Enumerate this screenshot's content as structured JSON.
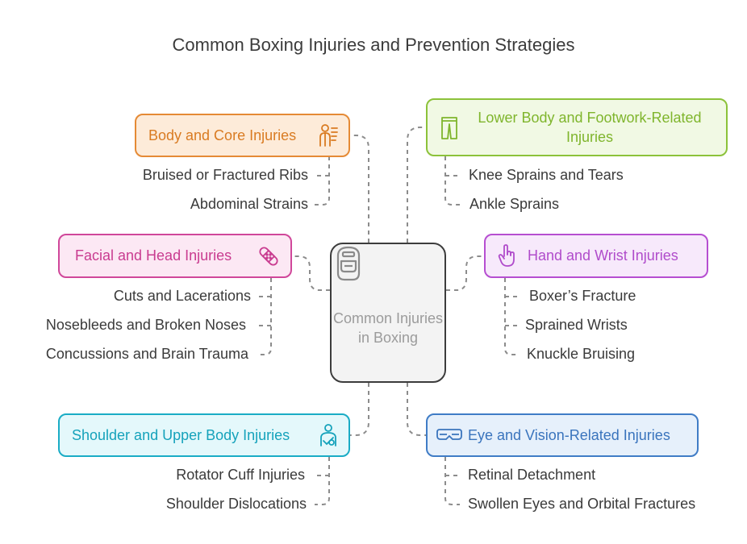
{
  "title": "Common Boxing Injuries and Prevention Strategies",
  "center": {
    "label": "Common Injuries in Boxing",
    "icon": "boxing-helmet-icon"
  },
  "categories": {
    "body_core": {
      "label": "Body and Core Injuries",
      "icon": "body-anatomy-icon",
      "color": "#e58a35",
      "fill": "#fdebd9",
      "items": [
        "Bruised or Fractured Ribs",
        "Abdominal Strains"
      ]
    },
    "facial_head": {
      "label": "Facial and Head Injuries",
      "icon": "bandage-icon",
      "color": "#d0479a",
      "fill": "#fce8f4",
      "items": [
        "Cuts and Lacerations",
        "Nosebleeds and Broken Noses",
        "Concussions and Brain Trauma"
      ]
    },
    "shoulder_upper": {
      "label": "Shoulder and Upper Body Injuries",
      "icon": "injured-person-icon",
      "color": "#1aacc5",
      "fill": "#e4f8fb",
      "items": [
        "Rotator Cuff Injuries",
        "Shoulder Dislocations"
      ]
    },
    "lower_body": {
      "label": "Lower Body and Footwork-Related Injuries",
      "icon": "pants-icon",
      "color": "#8cc23a",
      "fill": "#f1f9e4",
      "items": [
        "Knee Sprains and Tears",
        "Ankle Sprains"
      ]
    },
    "hand_wrist": {
      "label": "Hand and Wrist Injuries",
      "icon": "pointing-hand-icon",
      "color": "#b64ed1",
      "fill": "#f7e9fb",
      "items": [
        "Boxer’s Fracture",
        "Sprained Wrists",
        "Knuckle Bruising"
      ]
    },
    "eye_vision": {
      "label": "Eye and Vision-Related Injuries",
      "icon": "goggles-icon",
      "color": "#3f7cc6",
      "fill": "#e6f0fb",
      "items": [
        "Retinal Detachment",
        "Swollen Eyes and Orbital Fractures"
      ]
    }
  }
}
